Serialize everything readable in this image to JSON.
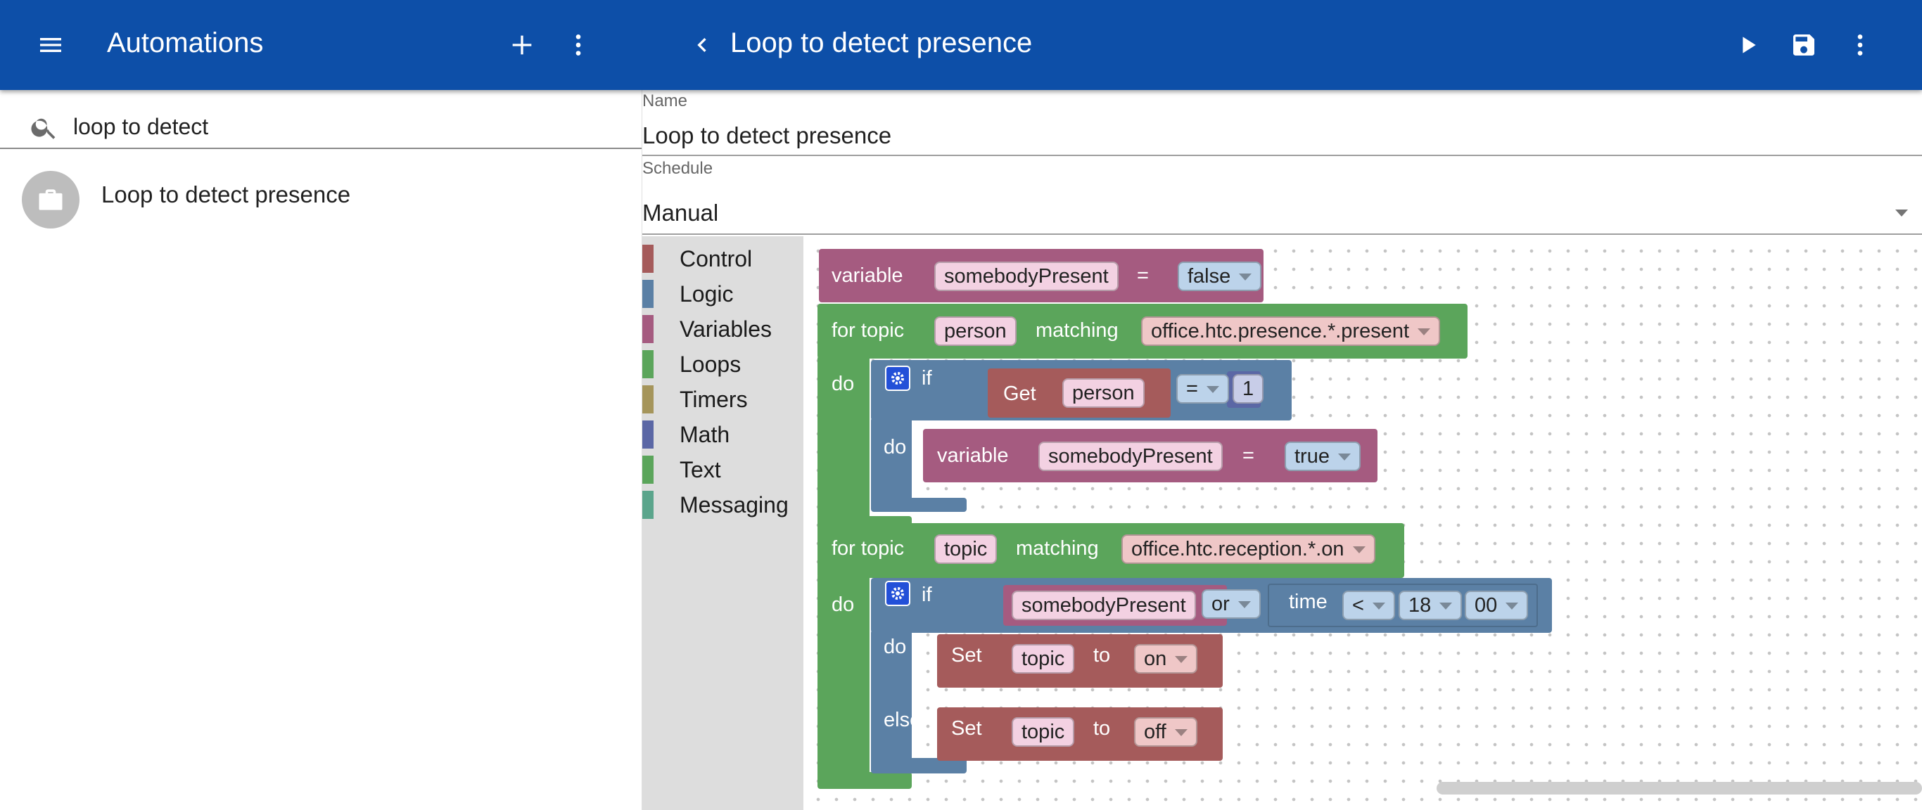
{
  "left_panel": {
    "title": "Automations",
    "search_value": "loop to detect",
    "items": [
      {
        "label": "Loop to detect presence"
      }
    ]
  },
  "editor": {
    "title": "Loop to detect presence",
    "name_caption": "Name",
    "name_value": "Loop to detect presence",
    "schedule_caption": "Schedule",
    "schedule_value": "Manual"
  },
  "toolbox": {
    "categories": [
      {
        "label": "Control",
        "color": "#a55b5b"
      },
      {
        "label": "Logic",
        "color": "#5b80a5"
      },
      {
        "label": "Variables",
        "color": "#a55b80"
      },
      {
        "label": "Loops",
        "color": "#5ba55b"
      },
      {
        "label": "Timers",
        "color": "#a5955b"
      },
      {
        "label": "Math",
        "color": "#5b67a5"
      },
      {
        "label": "Text",
        "color": "#5ba55b"
      },
      {
        "label": "Messaging",
        "color": "#5ba58c"
      }
    ]
  },
  "blocks": {
    "var1": {
      "kw": "variable",
      "name": "somebodyPresent",
      "eq": "=",
      "value": "false"
    },
    "loop1": {
      "kw": "for topic",
      "var": "person",
      "kw2": "matching",
      "pattern": "office.htc.presence.*.present",
      "do": "do"
    },
    "if1": {
      "kw": "if",
      "get": "Get",
      "var": "person",
      "op": "=",
      "num": "1",
      "do": "do"
    },
    "var2": {
      "kw": "variable",
      "name": "somebodyPresent",
      "eq": "=",
      "value": "true"
    },
    "loop2": {
      "kw": "for topic",
      "var": "topic",
      "kw2": "matching",
      "pattern": "office.htc.reception.*.on",
      "do": "do"
    },
    "if2": {
      "kw": "if",
      "var": "somebodyPresent",
      "or": "or",
      "time": "time",
      "cmp": "<",
      "hour": "18",
      "minute": "00",
      "do": "do",
      "else": "else"
    },
    "set1": {
      "kw": "Set",
      "var": "topic",
      "to": "to",
      "value": "on"
    },
    "set2": {
      "kw": "Set",
      "var": "topic",
      "to": "to",
      "value": "off"
    }
  },
  "colors": {
    "appbar": "#0d4fa8",
    "variables": "#a55b80",
    "loops": "#5ba55b",
    "logic": "#5b80a5",
    "control": "#a55b5b"
  }
}
